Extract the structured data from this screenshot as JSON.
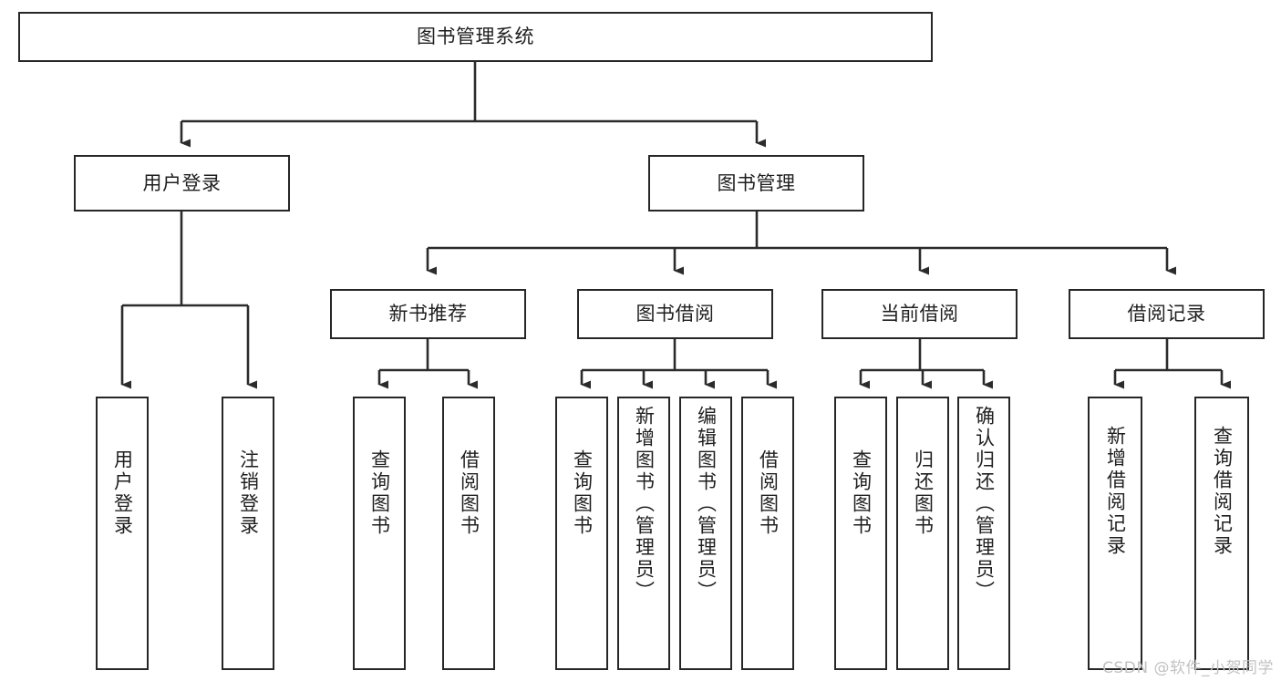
{
  "diagram": {
    "title": "图书管理系统",
    "type": "tree-hierarchy",
    "watermark": "CSDN @软件_小贺同学",
    "colors": {
      "box_border": "#262626",
      "box_fill": "#ffffff",
      "edge": "#2b2b2b",
      "text": "#1f1f1f",
      "watermark": "#c2c2c2",
      "background": "#ffffff"
    },
    "levels": {
      "root": {
        "label": "图书管理系统"
      },
      "level2": [
        {
          "id": "user-login",
          "label": "用户登录"
        },
        {
          "id": "book-management",
          "label": "图书管理"
        }
      ],
      "level3": [
        {
          "id": "new-book-recommend",
          "label": "新书推荐",
          "parent": "book-management"
        },
        {
          "id": "book-borrow",
          "label": "图书借阅",
          "parent": "book-management"
        },
        {
          "id": "current-borrow",
          "label": "当前借阅",
          "parent": "book-management"
        },
        {
          "id": "borrow-record",
          "label": "借阅记录",
          "parent": "book-management"
        }
      ],
      "leaves": [
        {
          "id": "leaf-user-login",
          "label": "用户登录",
          "parent": "user-login"
        },
        {
          "id": "leaf-logout-login",
          "label": "注销登录",
          "parent": "user-login"
        },
        {
          "id": "leaf-query-book-1",
          "label": "查询图书",
          "parent": "new-book-recommend"
        },
        {
          "id": "leaf-borrow-book-1",
          "label": "借阅图书",
          "parent": "new-book-recommend"
        },
        {
          "id": "leaf-query-book-2",
          "label": "查询图书",
          "parent": "book-borrow"
        },
        {
          "id": "leaf-add-book",
          "label": "新增图书（管理员）",
          "parent": "book-borrow"
        },
        {
          "id": "leaf-edit-book",
          "label": "编辑图书（管理员）",
          "parent": "book-borrow"
        },
        {
          "id": "leaf-borrow-book-2",
          "label": "借阅图书",
          "parent": "book-borrow"
        },
        {
          "id": "leaf-query-book-3",
          "label": "查询图书",
          "parent": "current-borrow"
        },
        {
          "id": "leaf-return-book",
          "label": "归还图书",
          "parent": "current-borrow"
        },
        {
          "id": "leaf-confirm-return",
          "label": "确认归还（管理员）",
          "parent": "current-borrow"
        },
        {
          "id": "leaf-add-record",
          "label": "新增借阅记录",
          "parent": "borrow-record"
        },
        {
          "id": "leaf-query-record",
          "label": "查询借阅记录",
          "parent": "borrow-record"
        }
      ]
    }
  }
}
